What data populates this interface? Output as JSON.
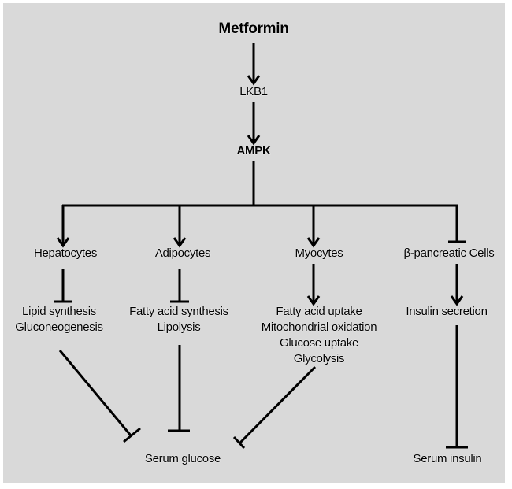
{
  "diagram": {
    "title_node": "Metformin",
    "nodes": {
      "metformin": "Metformin",
      "lkb1": "LKB1",
      "ampk": "AMPK",
      "hepatocytes": "Hepatocytes",
      "adipocytes": "Adipocytes",
      "myocytes": "Myocytes",
      "beta_cells": "β-pancreatic Cells",
      "hepatocyte_effects": [
        "Lipid synthesis",
        "Gluconeogenesis"
      ],
      "adipocyte_effects": [
        "Fatty acid synthesis",
        "Lipolysis"
      ],
      "myocyte_effects": [
        "Fatty acid uptake",
        "Mitochondrial oxidation",
        "Glucose uptake",
        "Glycolysis"
      ],
      "beta_effect": "Insulin secretion",
      "serum_glucose": "Serum glucose",
      "serum_insulin": "Serum insulin"
    },
    "edges": [
      {
        "from": "Metformin",
        "to": "LKB1",
        "type": "activation"
      },
      {
        "from": "LKB1",
        "to": "AMPK",
        "type": "activation"
      },
      {
        "from": "AMPK",
        "to": "Hepatocytes",
        "type": "activation"
      },
      {
        "from": "AMPK",
        "to": "Adipocytes",
        "type": "activation"
      },
      {
        "from": "AMPK",
        "to": "Myocytes",
        "type": "activation"
      },
      {
        "from": "AMPK",
        "to": "β-pancreatic Cells",
        "type": "inhibition"
      },
      {
        "from": "Hepatocytes",
        "to": "Lipid synthesis / Gluconeogenesis",
        "type": "inhibition"
      },
      {
        "from": "Adipocytes",
        "to": "Fatty acid synthesis / Lipolysis",
        "type": "inhibition"
      },
      {
        "from": "Myocytes",
        "to": "Fatty acid uptake / Mitochondrial oxidation / Glucose uptake / Glycolysis",
        "type": "activation"
      },
      {
        "from": "β-pancreatic Cells",
        "to": "Insulin secretion",
        "type": "activation"
      },
      {
        "from": "Lipid synthesis / Gluconeogenesis",
        "to": "Serum glucose",
        "type": "inhibition"
      },
      {
        "from": "Fatty acid synthesis / Lipolysis",
        "to": "Serum glucose",
        "type": "inhibition"
      },
      {
        "from": "Myocyte effects",
        "to": "Serum glucose",
        "type": "inhibition"
      },
      {
        "from": "Insulin secretion",
        "to": "Serum insulin",
        "type": "inhibition"
      }
    ],
    "colors": {
      "background": "#d9d9d9",
      "stroke": "#000000"
    }
  }
}
